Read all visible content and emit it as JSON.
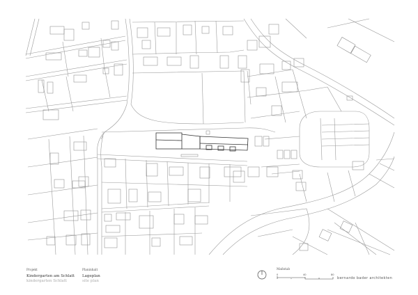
{
  "title_block": {
    "project": {
      "label": "Projekt",
      "title": "Kindergarten am Schlatt",
      "subtitle": "kindergarten Schlatt"
    },
    "plan_content": {
      "label": "Planinhalt",
      "title": "Lageplan",
      "subtitle": "site plan"
    },
    "scale": {
      "label": "Maßstab",
      "ticks": [
        "0",
        "40",
        "80"
      ]
    },
    "office": "bernardo bader architekten",
    "north_arrow": "north-arrow-icon"
  },
  "map": {
    "type": "site plan line drawing",
    "highlight": "proposed kindergarten building"
  }
}
